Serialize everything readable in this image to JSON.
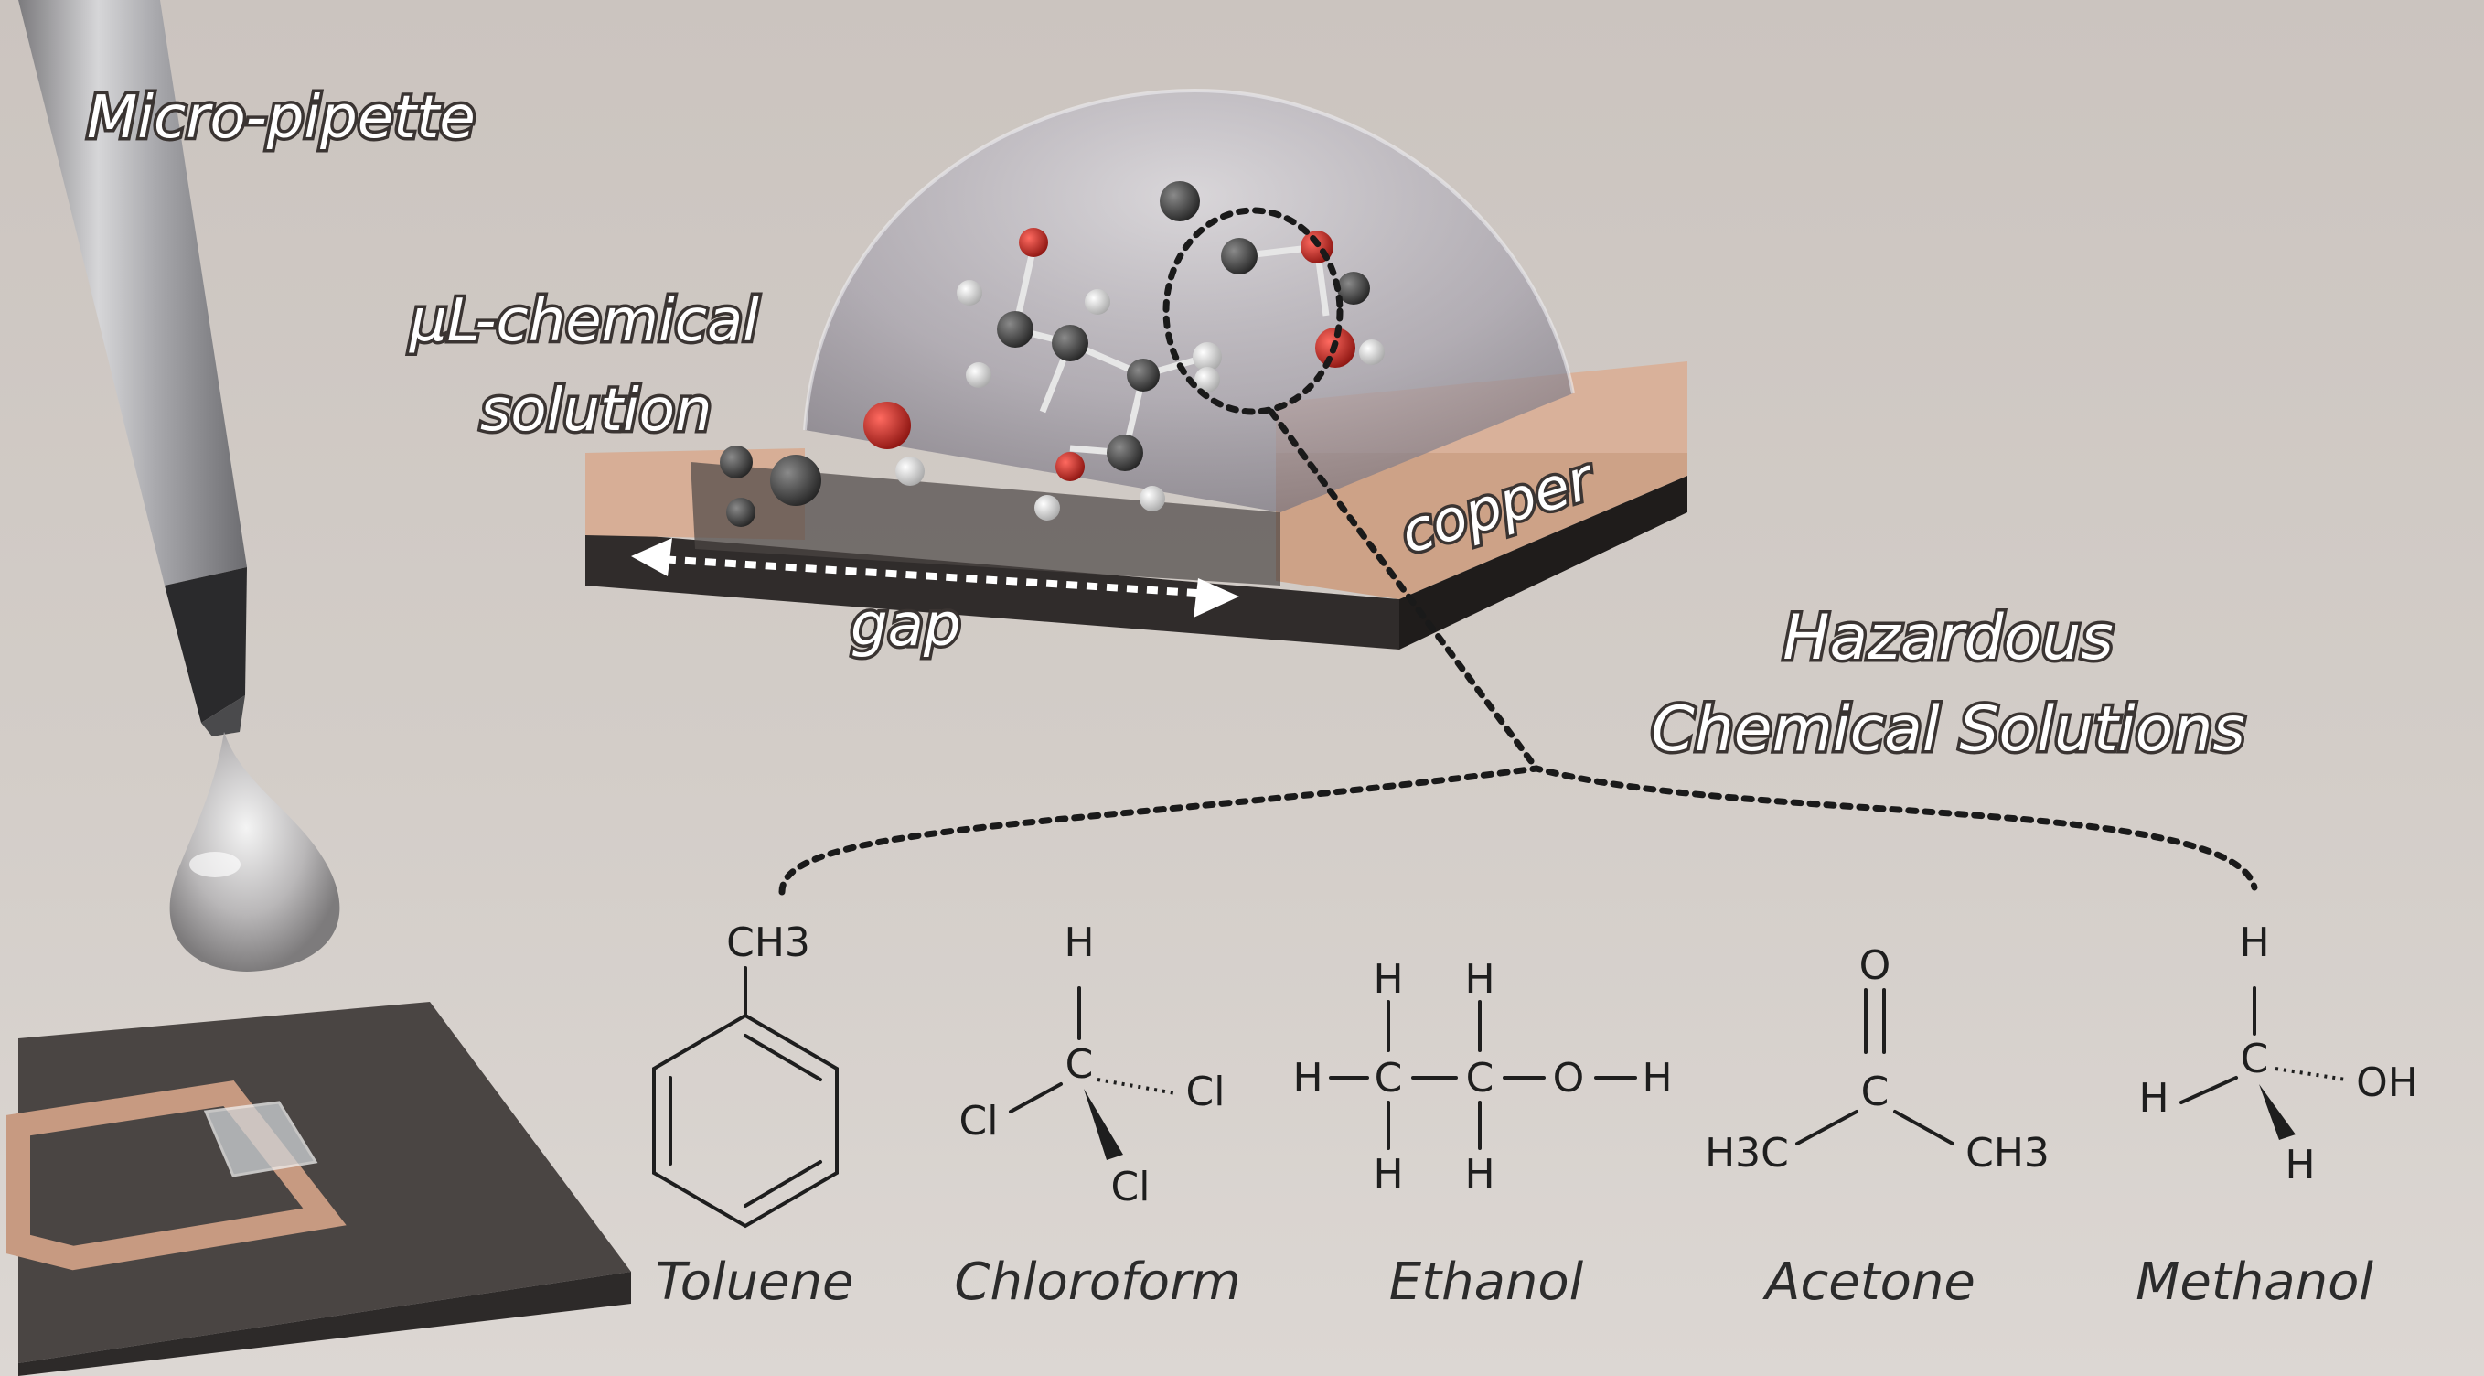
{
  "labels": {
    "pipette": "Micro-pipette",
    "solution_line1": "μL-chemical",
    "solution_line2": "solution",
    "copper": "copper",
    "gap": "gap",
    "hazard_line1": "Hazardous",
    "hazard_line2": "Chemical Solutions"
  },
  "molecules": [
    {
      "name": "Toluene",
      "atoms": {
        "methyl": "CH3"
      }
    },
    {
      "name": "Chloroform",
      "atoms": {
        "h": "H",
        "c": "C",
        "cl_left": "Cl",
        "cl_right": "Cl",
        "cl_bottom": "Cl"
      }
    },
    {
      "name": "Ethanol",
      "atoms": {
        "h": "H",
        "c": "C",
        "o": "O"
      }
    },
    {
      "name": "Acetone",
      "atoms": {
        "o": "O",
        "c": "C",
        "ch3_left": "H3C",
        "ch3_right": "CH3"
      }
    },
    {
      "name": "Methanol",
      "atoms": {
        "h": "H",
        "c": "C",
        "oh": "OH"
      }
    }
  ],
  "colors": {
    "background": "#cfc9c4",
    "copper": "#d7ae96",
    "substrate": "#3a3634",
    "oxygen_atom": "#b3241f",
    "carbon_atom": "#3c3c3c",
    "hydrogen_atom": "#e2e2e2"
  }
}
